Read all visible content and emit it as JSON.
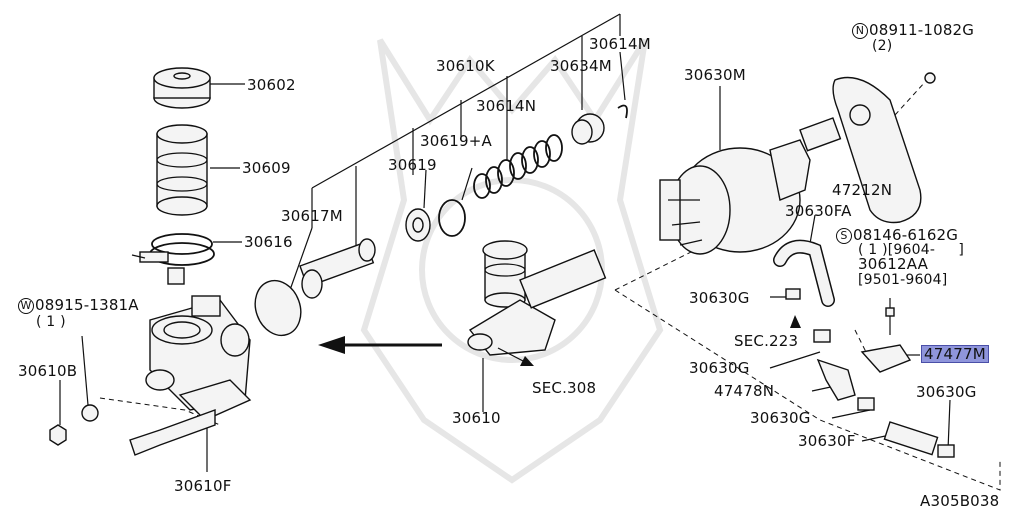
{
  "diagram": {
    "figure_code": "A305B038",
    "highlighted_part": "47477M",
    "highlight_color": "#8f95db",
    "labels": {
      "p30602": "30602",
      "p30609": "30609",
      "p30616": "30616",
      "bolt_w_prefix": "W",
      "bolt_w": "08915-1381A",
      "bolt_w_qty": "( 1 )",
      "p30610B": "30610B",
      "p30610F": "30610F",
      "p30610": "30610",
      "p30617M": "30617M",
      "p30619": "30619",
      "p30619A": "30619+A",
      "p30610K": "30610K",
      "p30614N": "30614N",
      "p30634M": "30634M",
      "p30614M": "30614M",
      "sec308": "SEC.308",
      "p30630M": "30630M",
      "nut_n_prefix": "N",
      "nut_n": "08911-1082G",
      "nut_n_qty": "(2)",
      "p47212N": "47212N",
      "p30630FA": "30630FA",
      "bolt_s_prefix": "S",
      "bolt_s": "08146-6162G",
      "bolt_s_qty": "( 1 )[9604-     ]",
      "p30612AA": "30612AA",
      "p30612AA_range": "[9501-9604]",
      "p30630G_a": "30630G",
      "sec223": "SEC.223",
      "p30630G_b": "30630G",
      "p47477M": "47477M",
      "p47478N": "47478N",
      "p30630G_c": "30630G",
      "p30630G_d": "30630G",
      "p30630F": "30630F"
    }
  }
}
